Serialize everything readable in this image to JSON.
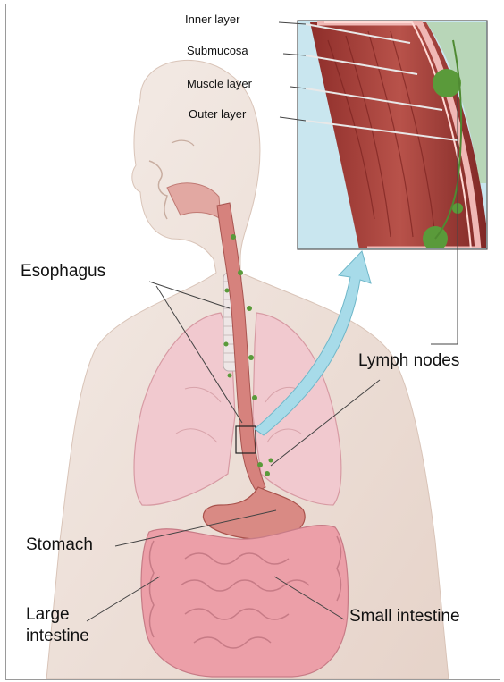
{
  "labels": {
    "inner_layer": "Inner layer",
    "submucosa": "Submucosa",
    "muscle_layer": "Muscle layer",
    "outer_layer": "Outer layer",
    "esophagus": "Esophagus",
    "lymph_nodes": "Lymph nodes",
    "stomach": "Stomach",
    "large_intestine_1": "Large",
    "large_intestine_2": "intestine",
    "small_intestine": "Small intestine"
  },
  "colors": {
    "skin": "#efe3dc",
    "lung": "#f1c9cf",
    "esophagus": "#d6827d",
    "muscle": "#a9423c",
    "mucosa": "#f0b8b5",
    "lymph": "#5a9a3a",
    "inset_bg": "#c9e6ef",
    "arrow": "#a7dbe9"
  }
}
